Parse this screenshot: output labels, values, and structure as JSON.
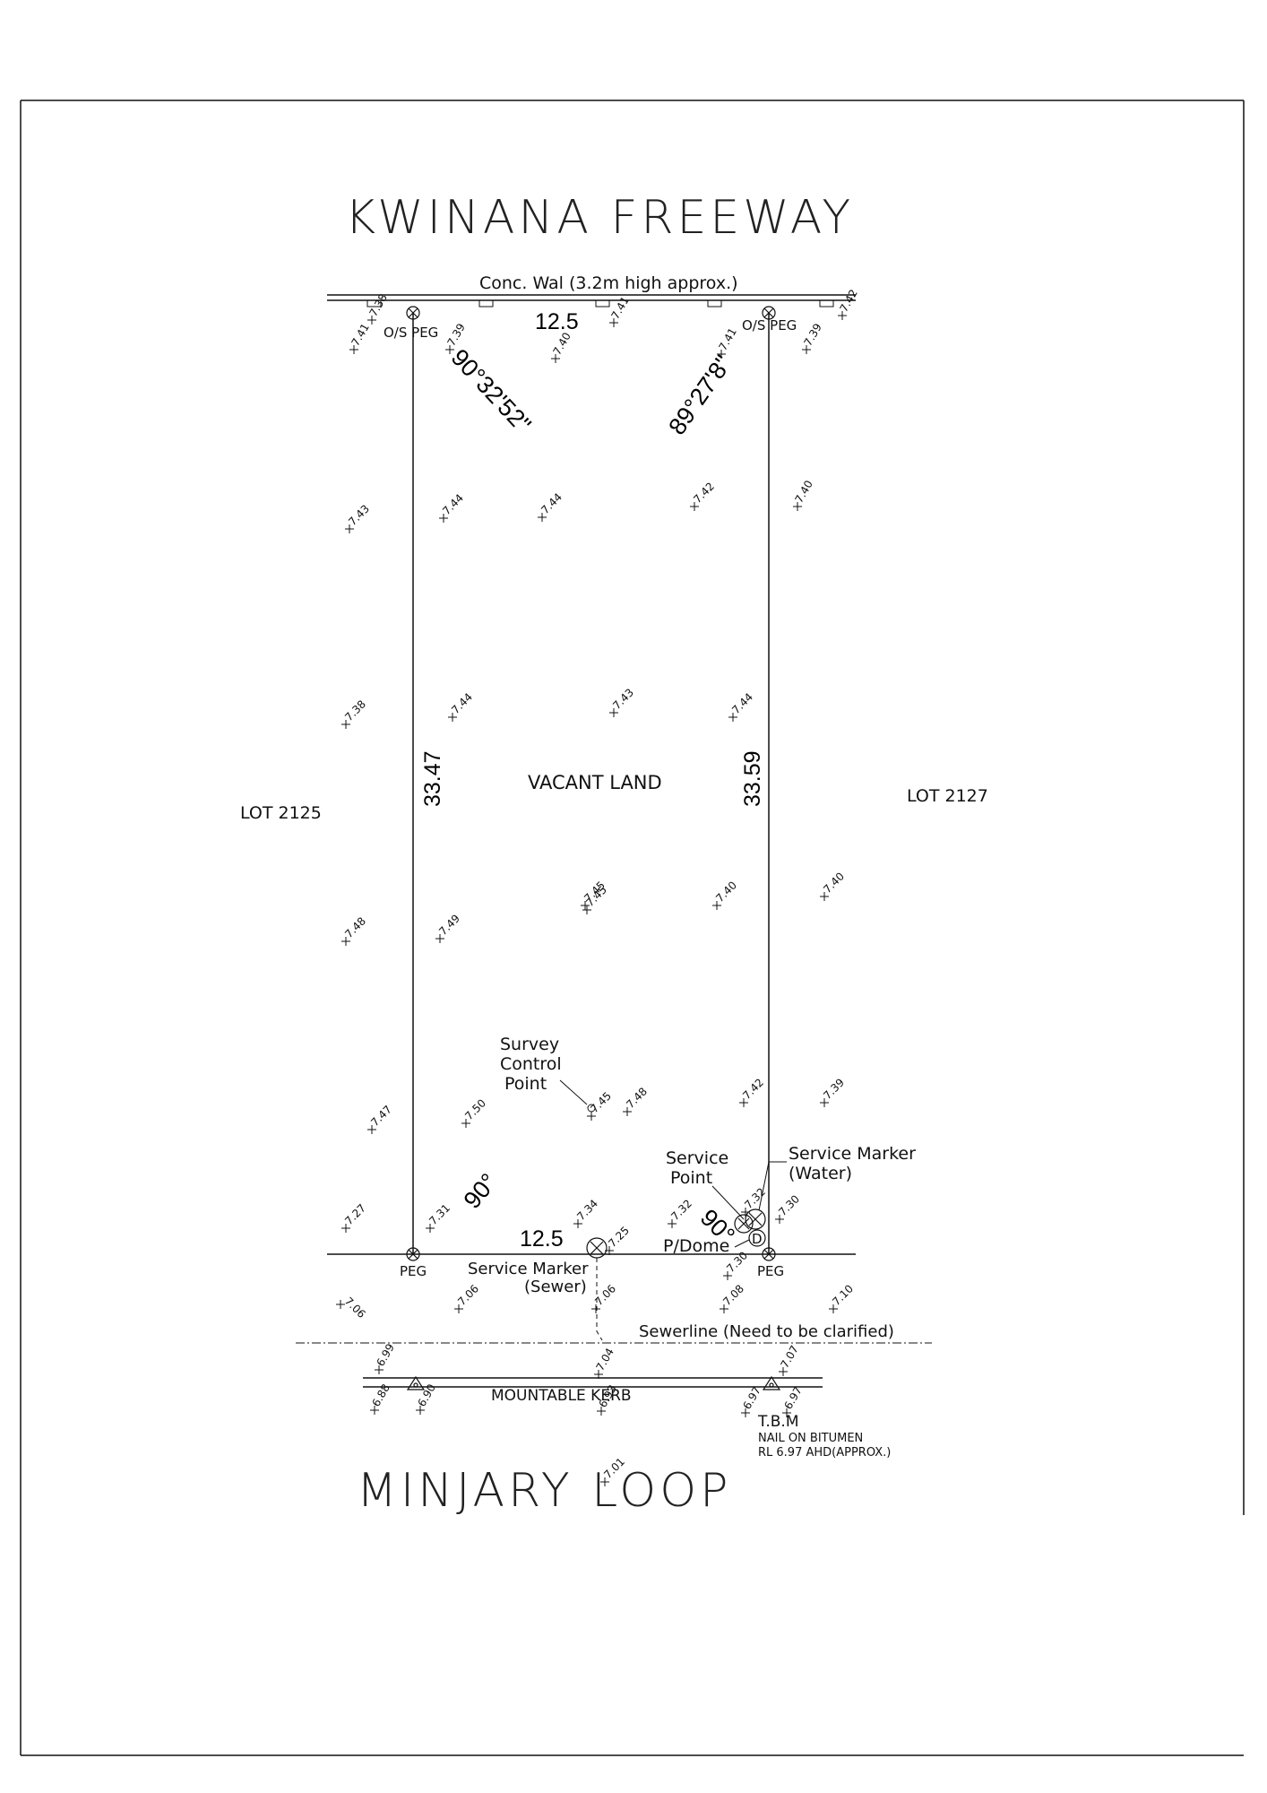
{
  "roads": {
    "top": "KWINANA FREEWAY",
    "bottom": "MINJARY LOOP"
  },
  "wall_label": "Conc. Wal (3.2m high approx.)",
  "lots": {
    "left": "LOT 2125",
    "right": "LOT 2127",
    "center": "VACANT LAND"
  },
  "dimensions": {
    "top_width": "12.5",
    "bottom_width": "12.5",
    "left_side": "33.47",
    "right_side": "33.59"
  },
  "angles": {
    "top_left": "90°32'52\"",
    "top_right": "89°27'8\"",
    "bottom_left": "90°",
    "bottom_right": "90°"
  },
  "pegs": {
    "top": "O/S PEG",
    "bottom": "PEG"
  },
  "survey_control": [
    "Survey",
    "Control",
    "Point"
  ],
  "service_point": [
    "Service",
    "Point"
  ],
  "service_marker_water": [
    "Service Marker",
    "(Water)"
  ],
  "service_marker_sewer": [
    "Service Marker",
    "(Sewer)"
  ],
  "p_dome": "P/Dome",
  "dome_letter": "D",
  "sewerline": "Sewerline (Need to be clarified)",
  "kerb": "MOUNTABLE KERB",
  "tbm": {
    "title": "T.B.M",
    "line1": "NAIL ON BITUMEN",
    "line2": "RL 6.97 AHD(APPROX.)"
  },
  "levels": [
    "7.38",
    "7.41",
    "7.42",
    "7.41",
    "7.39",
    "7.40",
    "7.41",
    "7.39",
    "7.43",
    "7.44",
    "7.44",
    "7.42",
    "7.40",
    "7.38",
    "7.44",
    "7.43",
    "7.44",
    "7.45",
    "7.48",
    "7.49",
    "7.45",
    "7.40",
    "7.40",
    "7.47",
    "7.50",
    "7.45",
    "7.48",
    "7.42",
    "7.39",
    "7.27",
    "7.31",
    "7.34",
    "7.32",
    "7.32",
    "7.30",
    "7.25",
    "7.30",
    "7.06",
    "7.06",
    "7.06",
    "7.08",
    "7.10",
    "6.99",
    "7.04",
    "7.07",
    "6.88",
    "6.90",
    "6.93",
    "6.97",
    "6.97",
    "7.01"
  ]
}
